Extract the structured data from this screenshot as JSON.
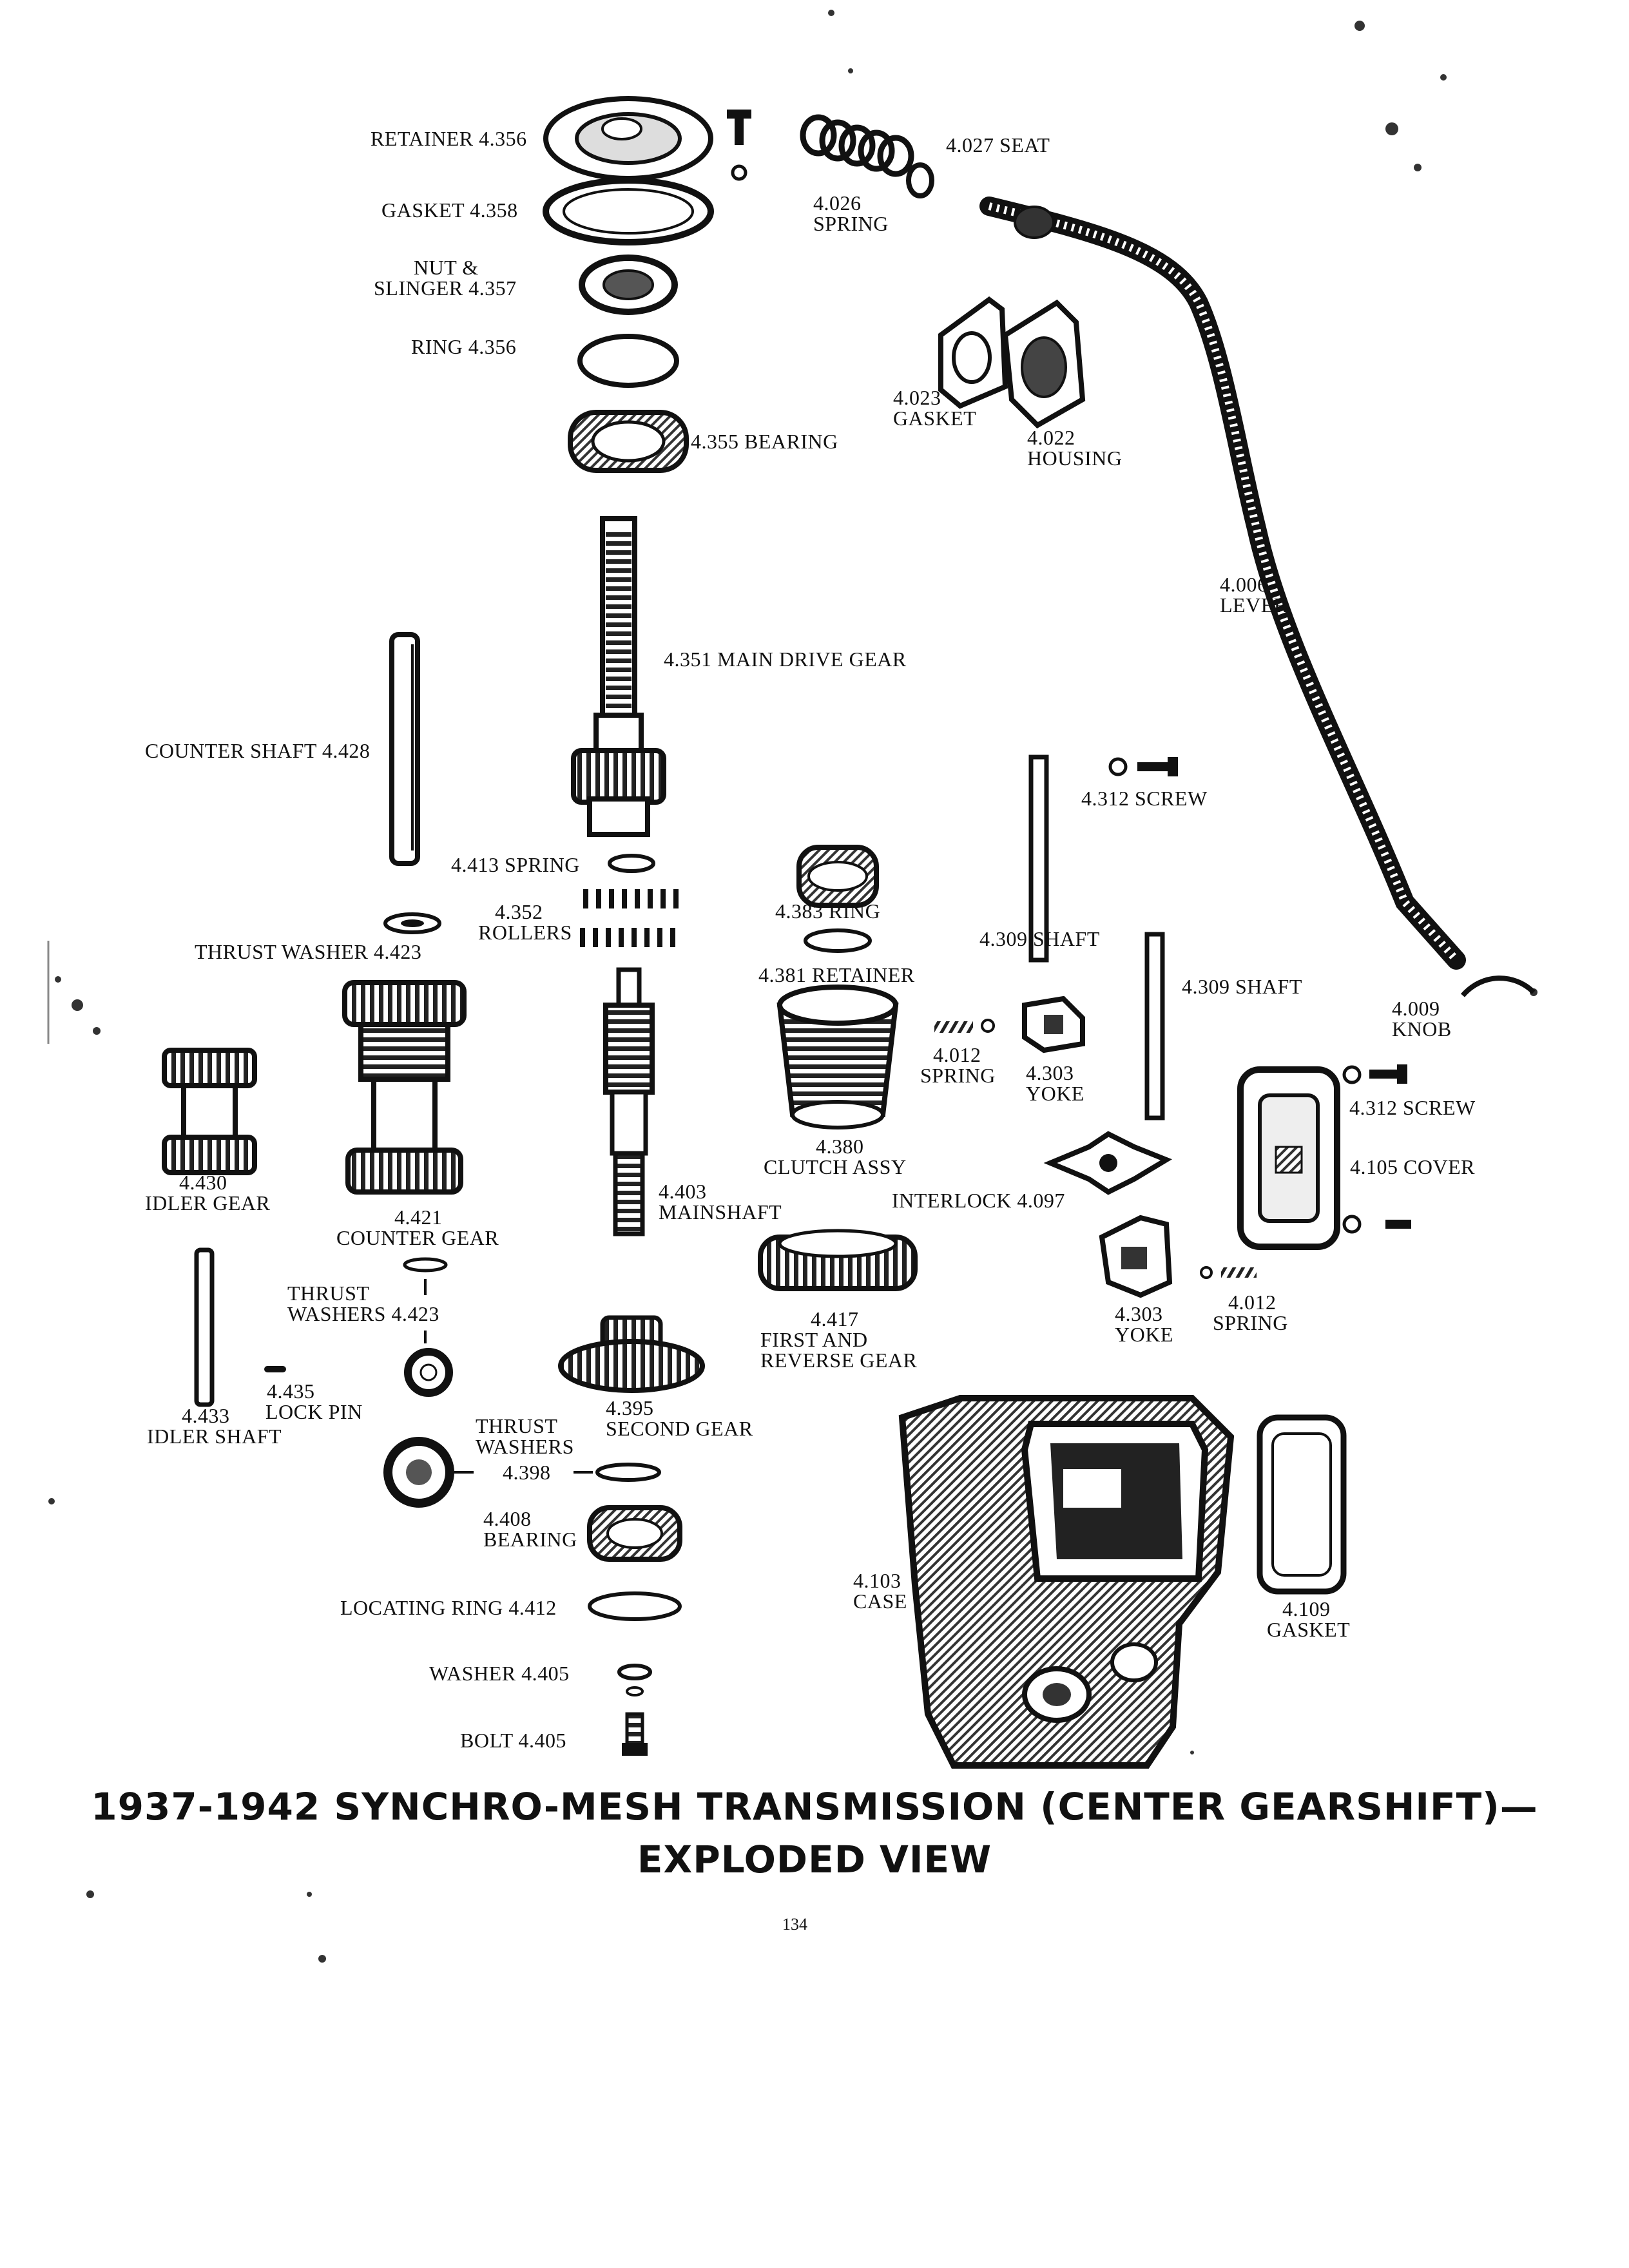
{
  "labels": {
    "retainer_356": "RETAINER 4.356",
    "gasket_358": "GASKET 4.358",
    "nut_l1": "NUT &",
    "nut_l2": "SLINGER 4.357",
    "ring_356": "RING 4.356",
    "bearing_355": "4.355 BEARING",
    "seat_027": "4.027 SEAT",
    "spring_026_num": "4.026",
    "spring_026_name": "SPRING",
    "gasket_023_num": "4.023",
    "gasket_023_name": "GASKET",
    "housing_022_num": "4.022",
    "housing_022_name": "HOUSING",
    "lever_006_num": "4.006",
    "lever_006_name": "LEVER",
    "main_drive_351": "4.351 MAIN DRIVE GEAR",
    "counter_shaft_428": "COUNTER SHAFT 4.428",
    "screw_312_top": "4.312 SCREW",
    "spring_413": "4.413 SPRING",
    "rollers_352_num": "4.352",
    "rollers_352_name": "ROLLERS",
    "ring_383": "4.383 RING",
    "shaft_309_a": "4.309 SHAFT",
    "thrust_washer_423": "THRUST WASHER 4.423",
    "retainer_381": "4.381 RETAINER",
    "shaft_309_b": "4.309 SHAFT",
    "knob_009_num": "4.009",
    "knob_009_name": "KNOB",
    "spring_012_a_num": "4.012",
    "spring_012_a_name": "SPRING",
    "yoke_303_a_num": "4.303",
    "yoke_303_a_name": "YOKE",
    "screw_312_b": "4.312 SCREW",
    "clutch_380_num": "4.380",
    "clutch_380_name": "CLUTCH ASSY",
    "cover_105": "4.105 COVER",
    "idler_gear_430_num": "4.430",
    "idler_gear_430_name": "IDLER GEAR",
    "counter_gear_421_num": "4.421",
    "counter_gear_421_name": "COUNTER GEAR",
    "mainshaft_403_num": "4.403",
    "mainshaft_403_name": "MAINSHAFT",
    "interlock_097": "INTERLOCK 4.097",
    "thrust_washers_423_l1": "THRUST",
    "thrust_washers_423_l2": "WASHERS 4.423",
    "first_rev_417_num": "4.417",
    "first_rev_417_l1": "FIRST AND",
    "first_rev_417_l2": "REVERSE GEAR",
    "yoke_303_b_num": "4.303",
    "yoke_303_b_name": "YOKE",
    "spring_012_b_num": "4.012",
    "spring_012_b_name": "SPRING",
    "lock_pin_435_num": "4.435",
    "lock_pin_435_name": "LOCK PIN",
    "idler_shaft_433_num": "4.433",
    "idler_shaft_433_name": "IDLER SHAFT",
    "second_gear_395_num": "4.395",
    "second_gear_395_name": "SECOND GEAR",
    "thrust_washers_398_l1": "THRUST",
    "thrust_washers_398_l2": "WASHERS",
    "thrust_washers_398_num": "4.398",
    "bearing_408_num": "4.408",
    "bearing_408_name": "BEARING",
    "case_103_num": "4.103",
    "case_103_name": "CASE",
    "gasket_109_num": "4.109",
    "gasket_109_name": "GASKET",
    "locating_ring_412": "LOCATING RING 4.412",
    "washer_405": "WASHER 4.405",
    "bolt_405": "BOLT 4.405"
  },
  "title": {
    "line1": "1937-1942 SYNCHRO-MESH TRANSMISSION (CENTER GEARSHIFT)—",
    "line2": "EXPLODED VIEW"
  },
  "page_number": "134"
}
